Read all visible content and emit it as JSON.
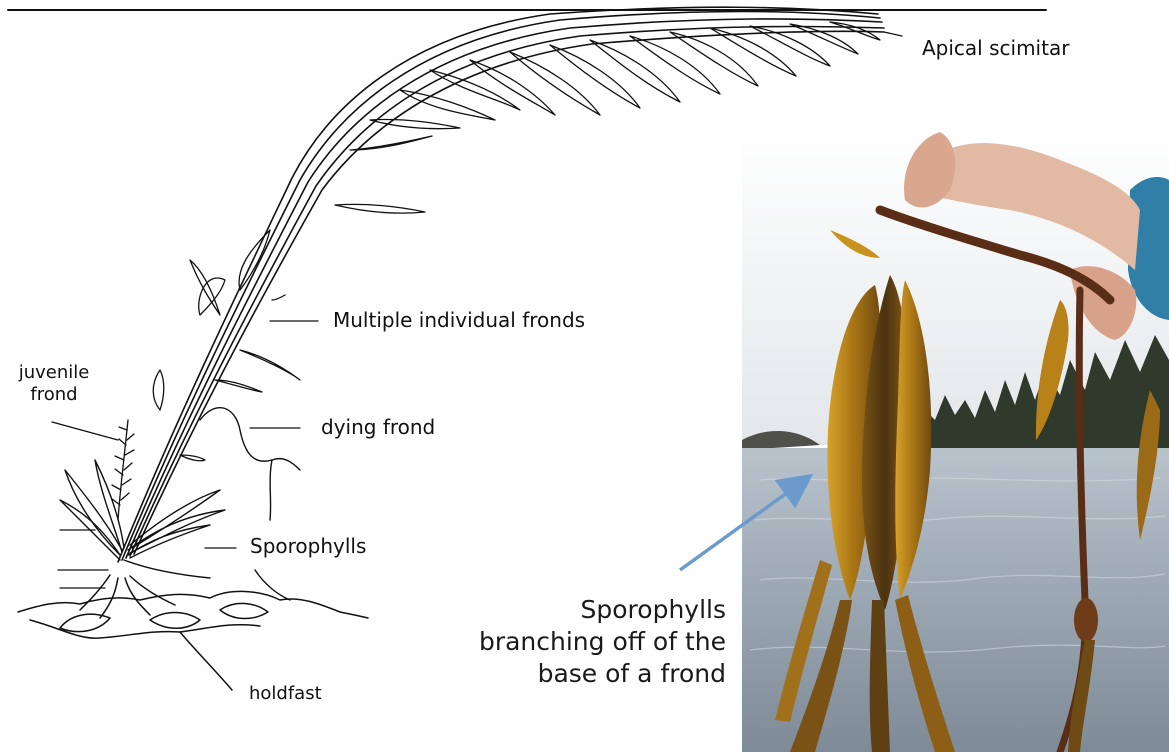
{
  "labels": {
    "apical_scimitar": "Apical scimitar",
    "multiple_fronds": "Multiple individual fronds",
    "juvenile_frond_line1": "juvenile",
    "juvenile_frond_line2": "frond",
    "dying_frond": "dying frond",
    "sporophylls": "Sporophylls",
    "holdfast": "holdfast"
  },
  "photo_caption": {
    "line1": "Sporophylls",
    "line2": "branching off of the",
    "line3": "base of a frond"
  },
  "colors": {
    "arrow": "#6b9bcc",
    "ink": "#111111",
    "kelp": "#b8861a",
    "kelp_dark": "#5c3a10",
    "water": "#a9b4bf",
    "sky": "#eef0f2",
    "trees": "#2f3a2c"
  }
}
